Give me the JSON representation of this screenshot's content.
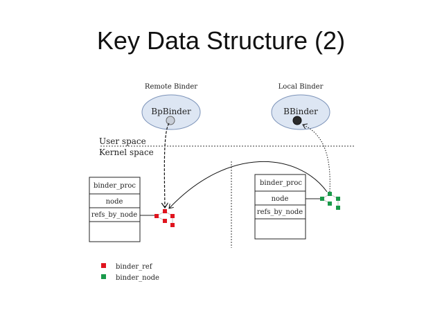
{
  "title": "Key Data Structure (2)",
  "remote": {
    "caption": "Remote Binder",
    "object": "BpBinder"
  },
  "local": {
    "caption": "Local Binder",
    "object": "BBinder"
  },
  "space": {
    "user": "User space",
    "kernel": "Kernel space"
  },
  "left_proc": {
    "rows": [
      "binder_proc",
      "node",
      "refs_by_node",
      ""
    ]
  },
  "right_proc": {
    "rows": [
      "binder_proc",
      "node",
      "refs_by_node",
      ""
    ]
  },
  "legend": [
    {
      "label": "binder_ref",
      "color": "#e0141e"
    },
    {
      "label": "binder_node",
      "color": "#1a9a4a"
    }
  ]
}
